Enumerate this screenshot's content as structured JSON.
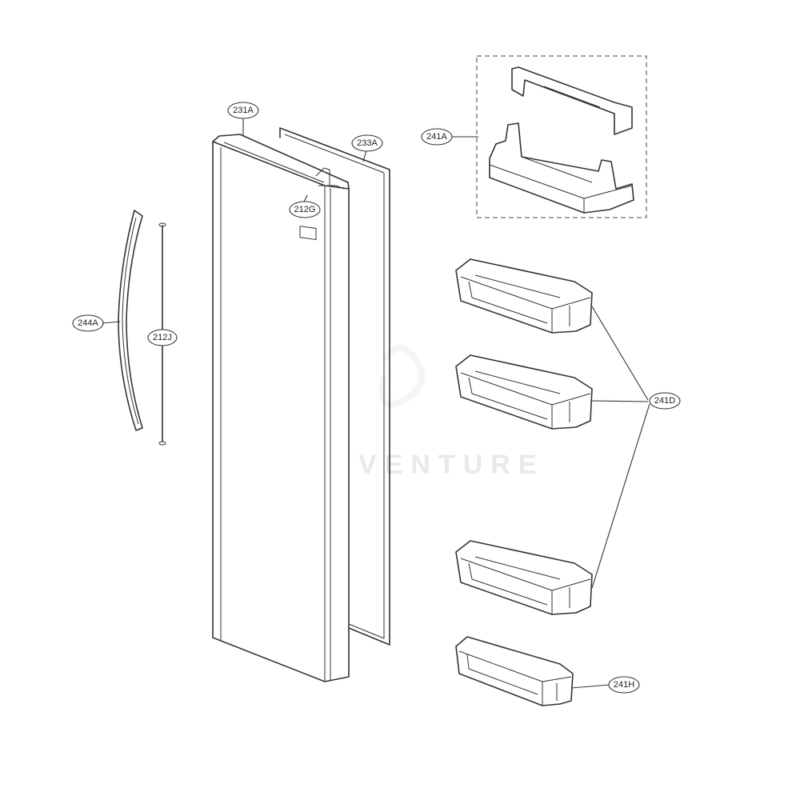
{
  "watermark": "LEADVENTURE",
  "callouts": {
    "c231A": "231A",
    "c233A": "233A",
    "c212G": "212G",
    "c244A": "244A",
    "c212J": "212J",
    "c241A": "241A",
    "c241D": "241D",
    "c241H": "241H"
  }
}
